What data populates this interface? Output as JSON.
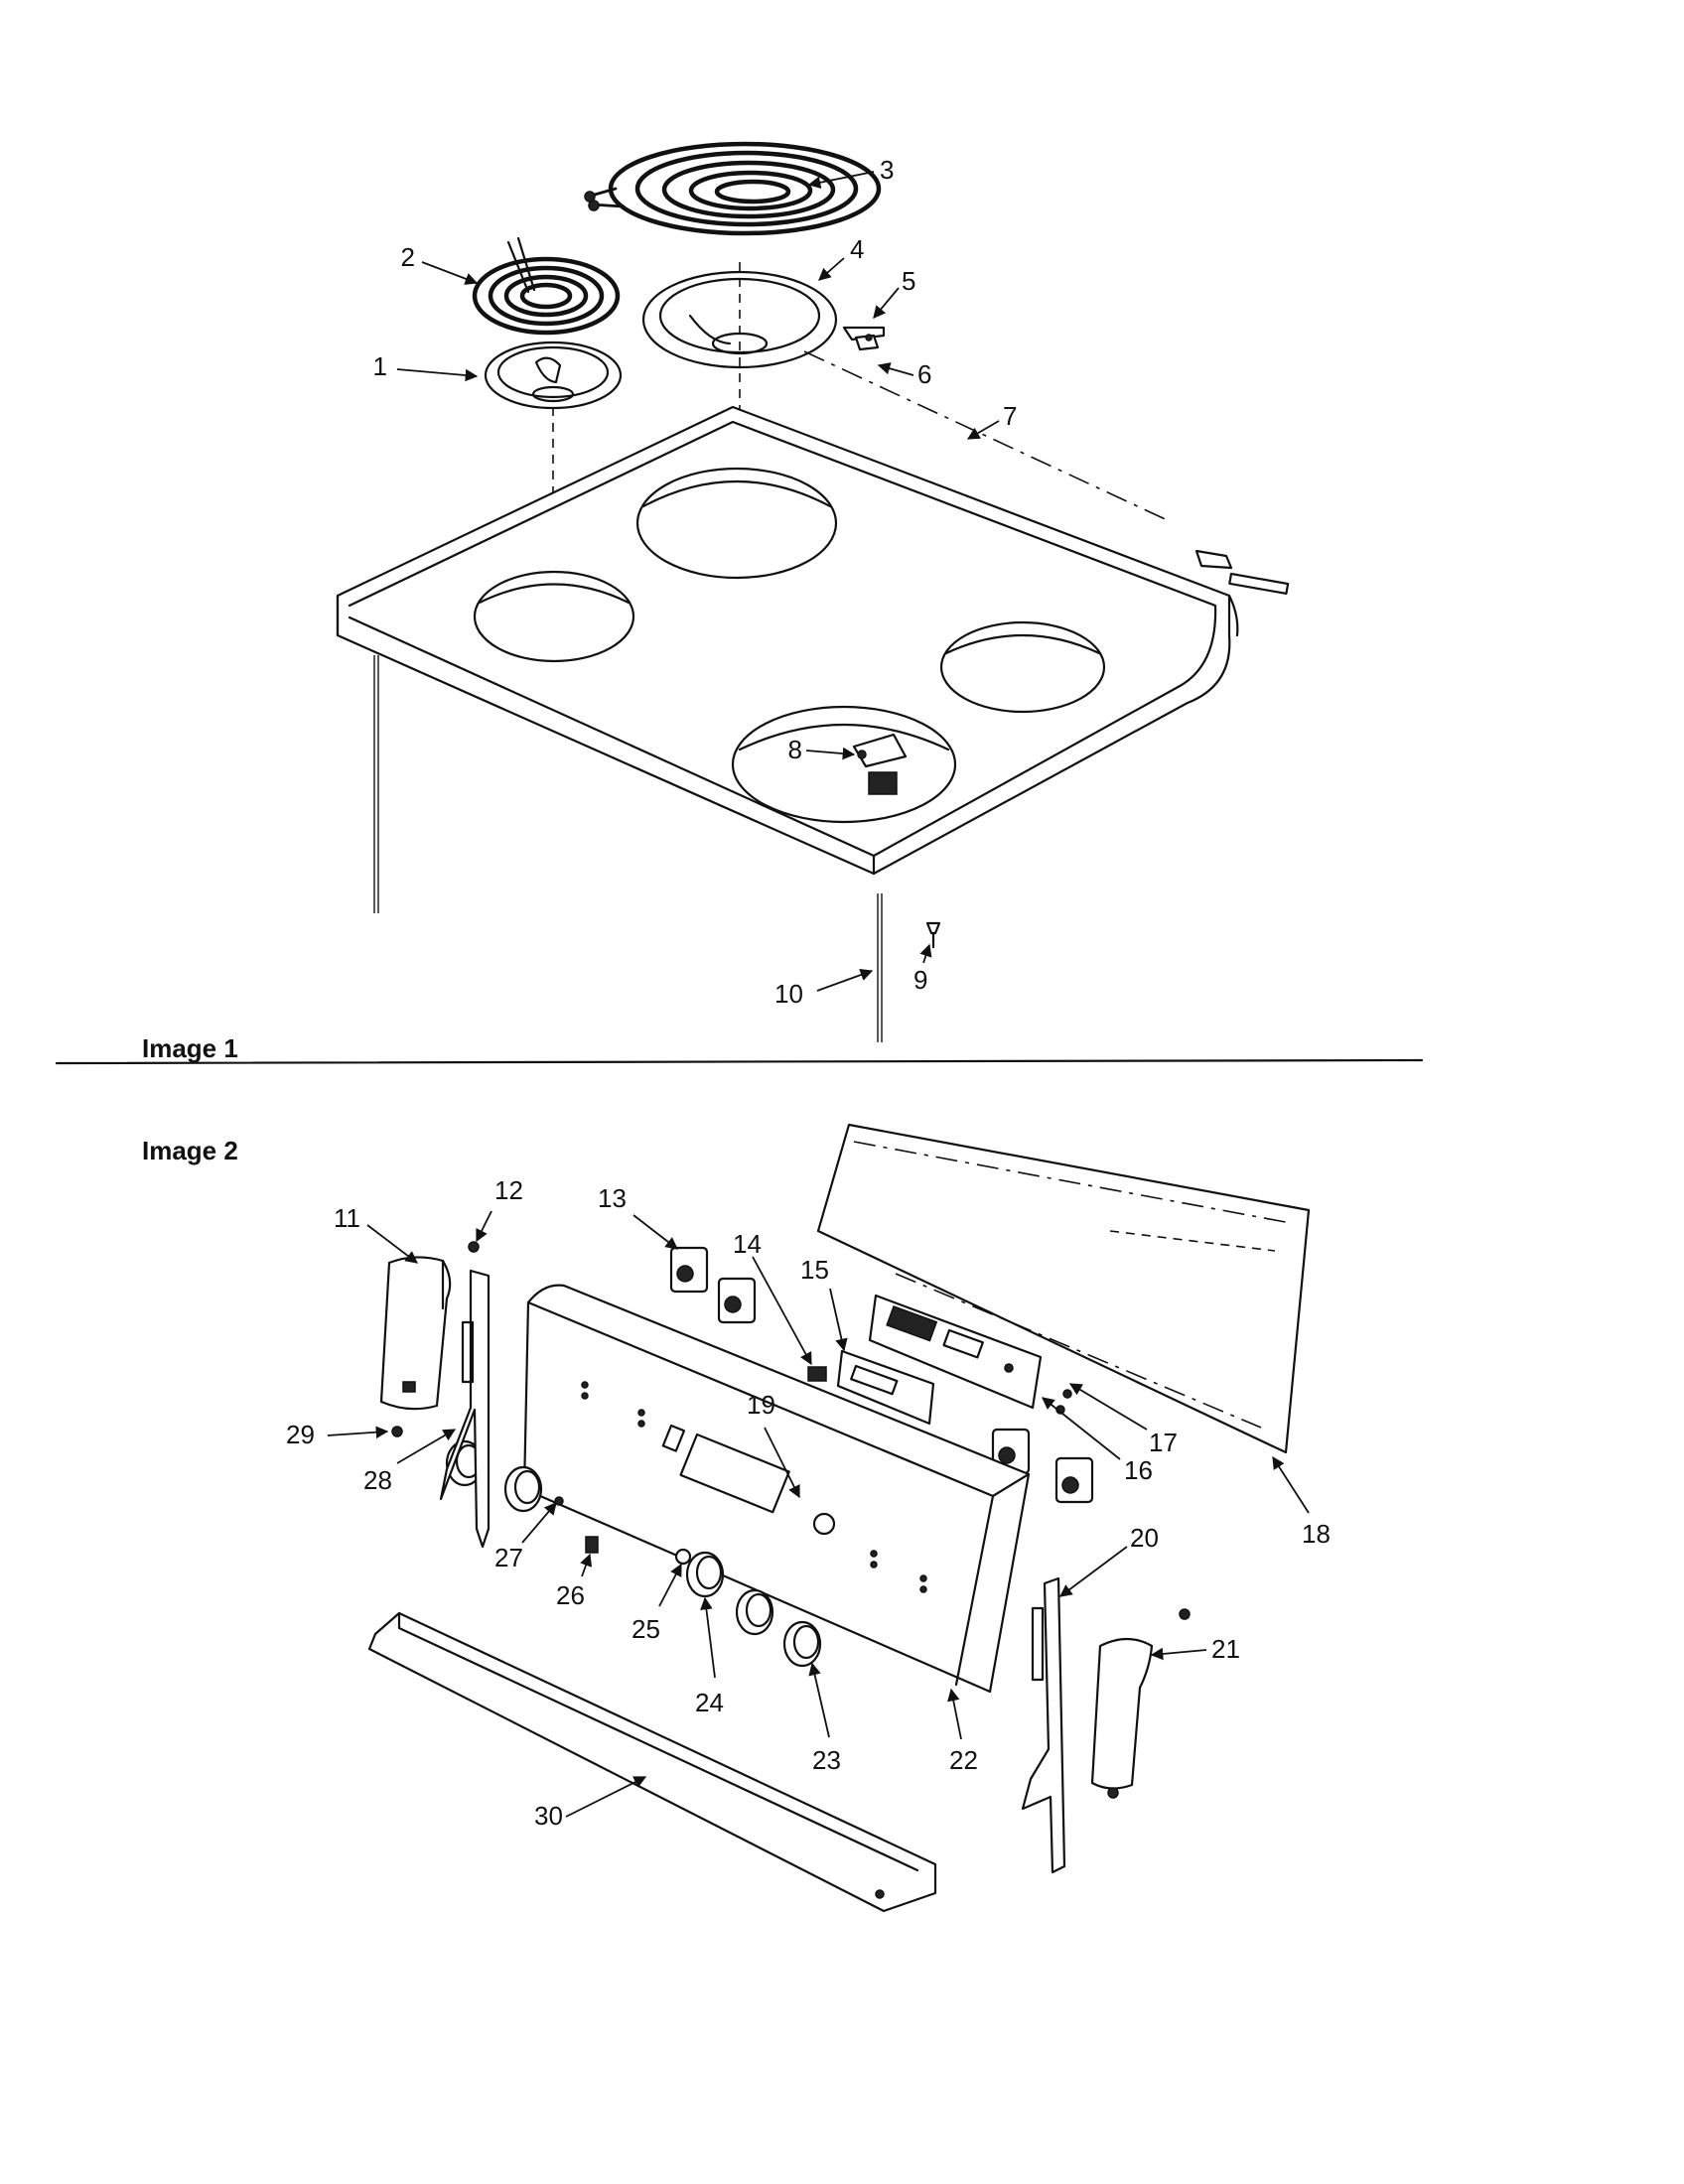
{
  "sections": [
    {
      "label": "Image 1"
    },
    {
      "label": "Image 2"
    }
  ],
  "callouts": [
    "1",
    "2",
    "3",
    "4",
    "5",
    "6",
    "7",
    "8",
    "9",
    "10",
    "11",
    "12",
    "13",
    "14",
    "15",
    "16",
    "17",
    "18",
    "19",
    "20",
    "21",
    "22",
    "23",
    "24",
    "25",
    "26",
    "27",
    "28",
    "29",
    "30"
  ]
}
